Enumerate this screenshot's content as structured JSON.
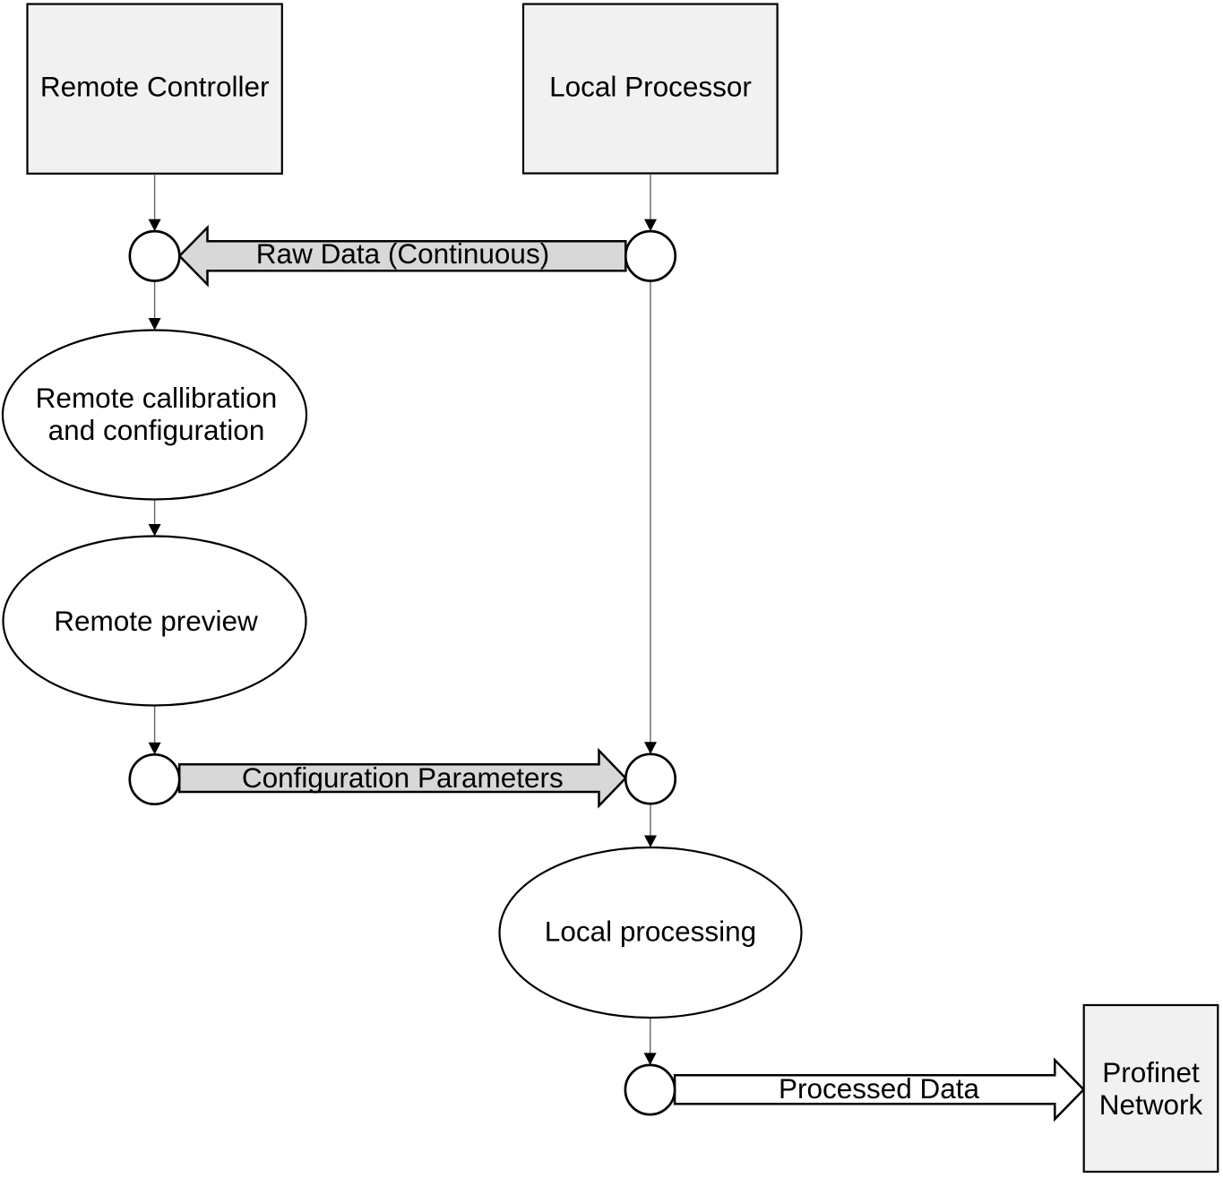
{
  "diagram": {
    "boxes": [
      {
        "id": "remote_controller",
        "label": "Remote Controller"
      },
      {
        "id": "local_processor",
        "label": "Local Processor"
      },
      {
        "id": "profinet_network",
        "label": "Profinet Network",
        "lines": [
          "Profinet",
          "Network"
        ]
      }
    ],
    "ellipses": [
      {
        "id": "remote_calibration",
        "label": "Remote callibration and configuration",
        "lines": [
          "Remote callibration",
          "and configuration"
        ]
      },
      {
        "id": "remote_preview",
        "label": "Remote preview"
      },
      {
        "id": "local_processing",
        "label": "Local processing"
      }
    ],
    "flows": [
      {
        "id": "raw_data",
        "label": "Raw Data (Continuous)",
        "direction": "left",
        "fill": "#d8d8d8",
        "from": "Local Processor",
        "to": "Remote Controller"
      },
      {
        "id": "configuration_parameters",
        "label": "Configuration Parameters",
        "direction": "right",
        "fill": "#d8d8d8",
        "from": "Remote Controller",
        "to": "Local Processor"
      },
      {
        "id": "processed_data",
        "label": "Processed Data",
        "direction": "right",
        "fill": "#ffffff",
        "from": "Local Processor",
        "to": "Profinet Network"
      }
    ]
  },
  "colors": {
    "node_fill": "#f1f1f1",
    "arrow_fill": "#d8d8d8",
    "white_fill": "#ffffff",
    "stroke": "#000000",
    "connector": "#666666",
    "text": "#000000",
    "background": "#ffffff"
  }
}
